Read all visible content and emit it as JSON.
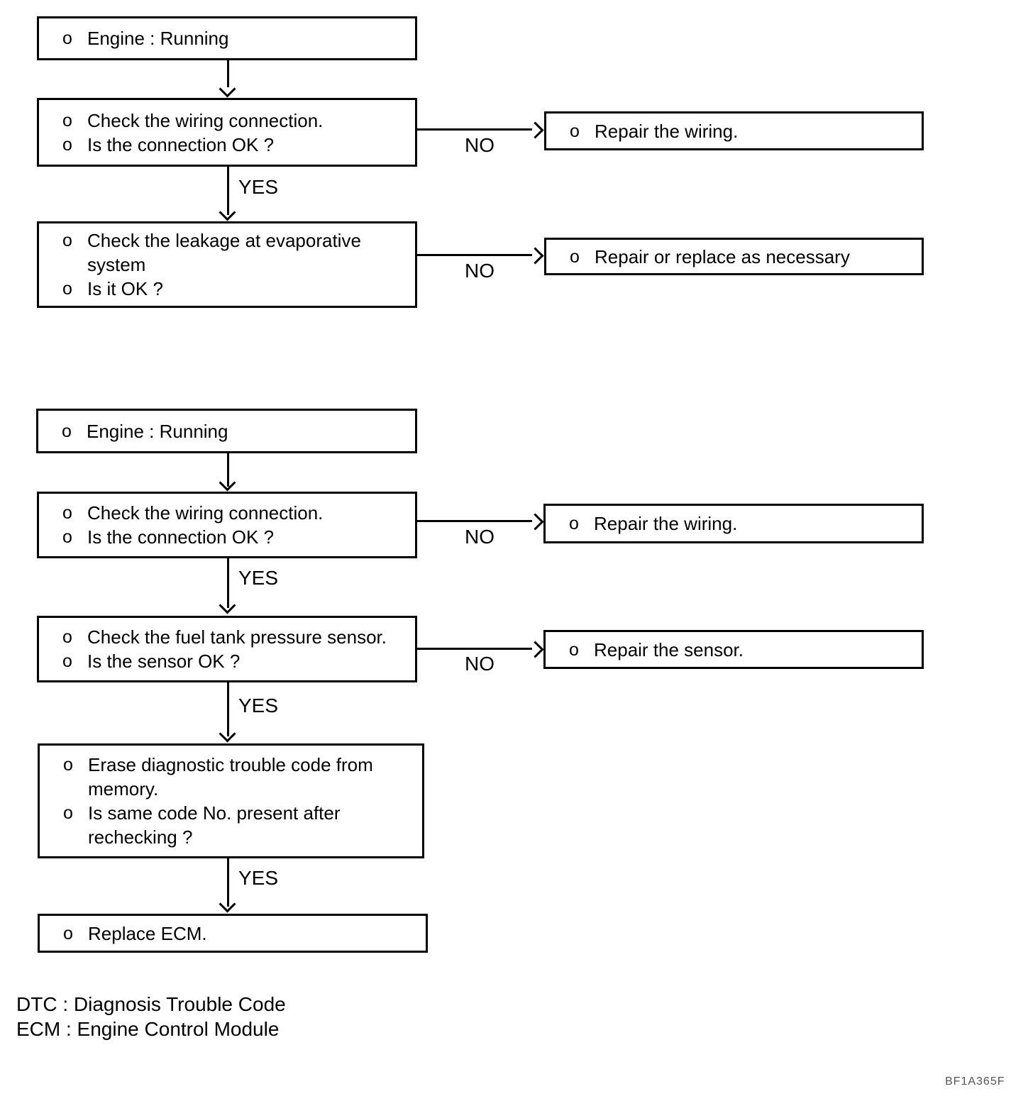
{
  "bullet": "o",
  "labels": {
    "yes": "YES",
    "no": "NO"
  },
  "chart1": {
    "engine": {
      "lines": [
        "Engine : Running"
      ]
    },
    "check_wiring": {
      "lines": [
        "Check the wiring connection.",
        "Is the connection OK ?"
      ]
    },
    "repair_wiring": {
      "lines": [
        "Repair the wiring."
      ]
    },
    "check_leakage": {
      "lines": [
        "Check the leakage at evaporative",
        "system",
        "Is it OK ?"
      ]
    },
    "repair_replace": {
      "lines": [
        "Repair or replace as necessary"
      ]
    }
  },
  "chart2": {
    "engine": {
      "lines": [
        "Engine : Running"
      ]
    },
    "check_wiring": {
      "lines": [
        "Check the wiring connection.",
        "Is the connection OK ?"
      ]
    },
    "repair_wiring": {
      "lines": [
        "Repair the wiring."
      ]
    },
    "check_sensor": {
      "lines": [
        "Check the fuel tank pressure sensor.",
        "Is the sensor OK ?"
      ]
    },
    "repair_sensor": {
      "lines": [
        "Repair the sensor."
      ]
    },
    "erase_dtc": {
      "lines": [
        "Erase diagnostic trouble code from",
        "memory.",
        "Is same code No. present after",
        "rechecking ?"
      ]
    },
    "replace_ecm": {
      "lines": [
        "Replace ECM."
      ]
    }
  },
  "legend": {
    "dtc": "DTC : Diagnosis Trouble Code",
    "ecm": "ECM : Engine Control Module"
  },
  "figure_code": "BF1A365F"
}
